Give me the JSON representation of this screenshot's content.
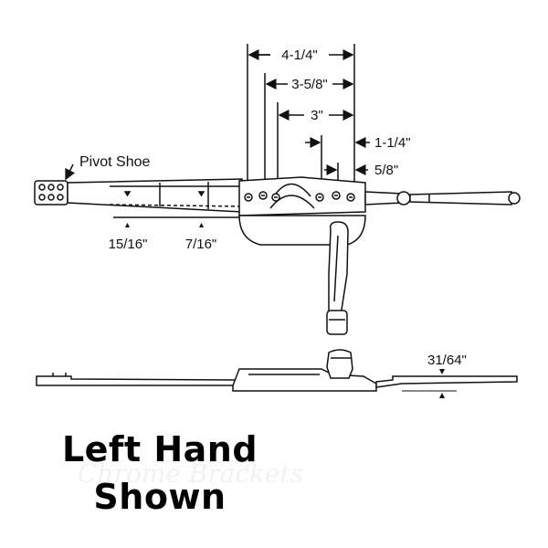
{
  "dimensions": {
    "d1": "4-1/4\"",
    "d2": "3-5/8\"",
    "d3": "3\"",
    "d4": "1-1/4\"",
    "d5": "5/8\"",
    "d6": "15/16\"",
    "d7": "7/16\"",
    "d8": "31/64\""
  },
  "labels": {
    "pivot_shoe": "Pivot Shoe"
  },
  "caption": {
    "line1": "Left Hand",
    "line2": "Shown"
  },
  "watermark": {
    "text": "Chrome Brackets"
  }
}
